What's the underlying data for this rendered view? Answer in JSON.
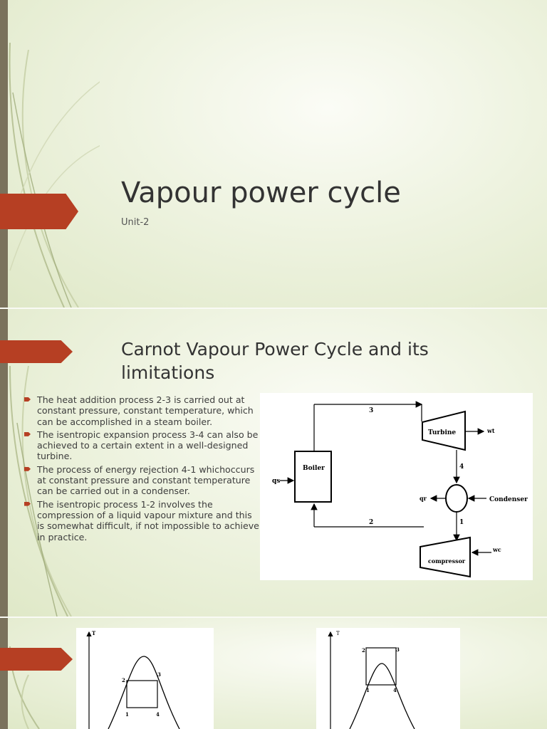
{
  "slide1": {
    "title": "Vapour power cycle",
    "subtitle": "Unit-2"
  },
  "slide2": {
    "title": "Carnot Vapour Power Cycle and its limitations",
    "bullets": [
      "The heat addition process 2-3 is carried out at constant pressure, constant temperature, which can be accomplished in a steam boiler.",
      "The isentropic expansion process 3-4 can also be achieved to a certain extent in a well-designed turbine.",
      "The process of energy rejection 4-1 whichoccurs at constant pressure and constant temperature can be carried out in a condenser.",
      "The isentropic process 1-2 involves the compression of a liquid vapour mixture and this is somewhat difficult, if not impossible to achieve in practice."
    ],
    "diagram": {
      "turbine": "Turbine",
      "boiler": "Boiler",
      "condenser": "Condenser",
      "compressor": "compressor",
      "wt": "wt",
      "wc": "wc",
      "qs": "qs",
      "qr": "qr",
      "n1": "1",
      "n2": "2",
      "n3": "3",
      "n4": "4"
    }
  },
  "slide3": {
    "ts_left": {
      "axis": "T",
      "p1": "1",
      "p2": "2",
      "p3": "3",
      "p4": "4"
    },
    "ts_right": {
      "axis": "T",
      "p1": "1",
      "p2": "2",
      "p3": "3",
      "p4": "4"
    }
  },
  "colors": {
    "accent": "#b63f23",
    "background": "#eef3e0",
    "side_bar": "#7a725c"
  }
}
